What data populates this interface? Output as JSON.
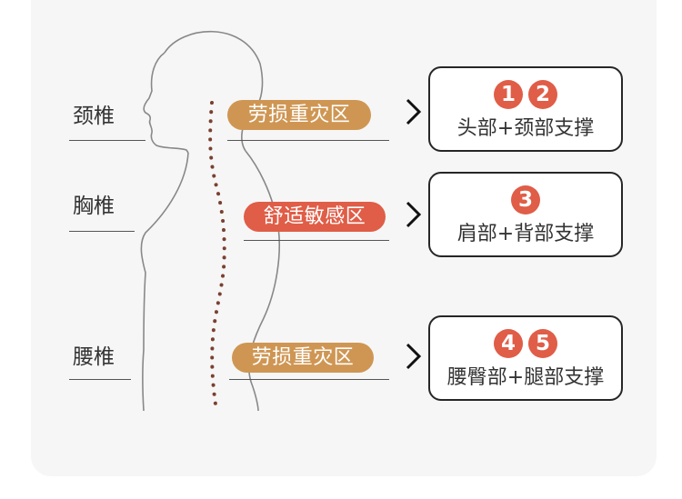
{
  "regions": [
    {
      "label": "颈椎",
      "tag": "劳损重灾区",
      "tag_kind": "strain",
      "numbers": [
        "1",
        "2"
      ],
      "support": "头部+颈部支撑"
    },
    {
      "label": "胸椎",
      "tag": "舒适敏感区",
      "tag_kind": "comfort",
      "numbers": [
        "3"
      ],
      "support": "肩部+背部支撑"
    },
    {
      "label": "腰椎",
      "tag": "劳损重灾区",
      "tag_kind": "strain",
      "numbers": [
        "4",
        "5"
      ],
      "support": "腰臀部+腿部支撑"
    }
  ],
  "colors": {
    "strain_tag": "#cf9653",
    "comfort_tag": "#e05d47",
    "number_badge": "#e05d47",
    "spine_dots": "#7a4030",
    "outline": "#888888"
  }
}
